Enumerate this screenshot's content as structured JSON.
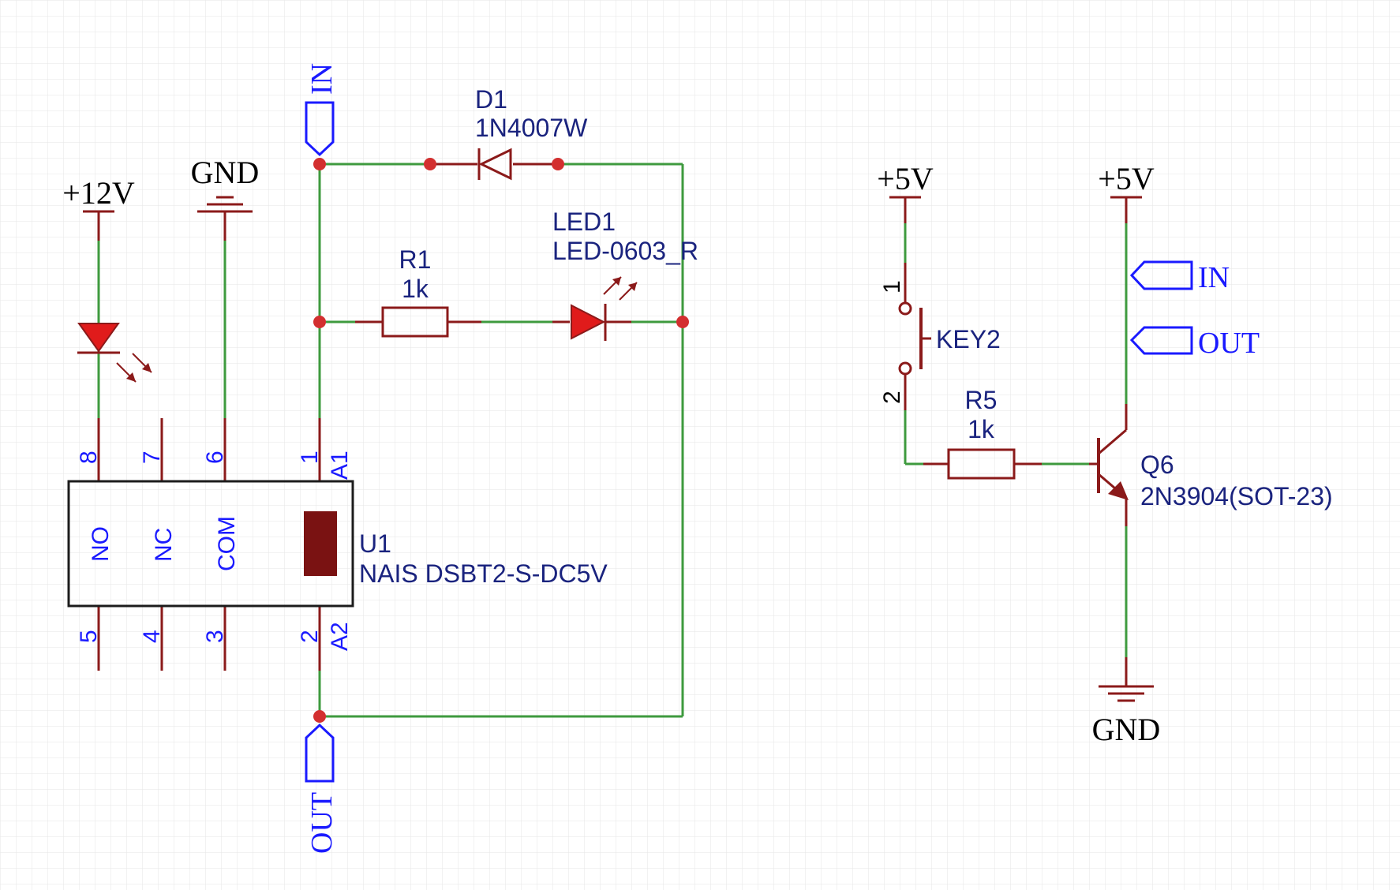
{
  "colors": {
    "wire": "#3e9a3e",
    "symbol": "#8b1a1a",
    "pin_number": "#1a1aff",
    "net_port": "#1a1aff",
    "designator": "#1a237e",
    "junction": "#d32f2f",
    "grid": "#e6e6e6"
  },
  "relay": {
    "designator": "U1",
    "value": "NAIS DSBT2-S-DC5V",
    "pin_names": [
      "NO",
      "NC",
      "COM"
    ],
    "pins_top": [
      "8",
      "7",
      "6",
      "1"
    ],
    "pins_bottom": [
      "5",
      "4",
      "3",
      "2"
    ],
    "coil_pins": [
      "A1",
      "A2"
    ]
  },
  "diode": {
    "designator": "D1",
    "value": "1N4007W"
  },
  "led1": {
    "designator": "LED1",
    "value": "LED-0603_R"
  },
  "r1": {
    "designator": "R1",
    "value": "1k"
  },
  "power": {
    "plus12v": "+12V",
    "gnd": "GND",
    "plus5v_a": "+5V",
    "plus5v_b": "+5V",
    "gnd_b": "GND"
  },
  "ports": {
    "in_top": "IN",
    "out_bottom": "OUT",
    "in_right": "IN",
    "out_right": "OUT"
  },
  "key": {
    "designator": "KEY2",
    "pin1": "1",
    "pin2": "2"
  },
  "r5": {
    "designator": "R5",
    "value": "1k"
  },
  "transistor": {
    "designator": "Q6",
    "value": "2N3904(SOT-23)"
  }
}
